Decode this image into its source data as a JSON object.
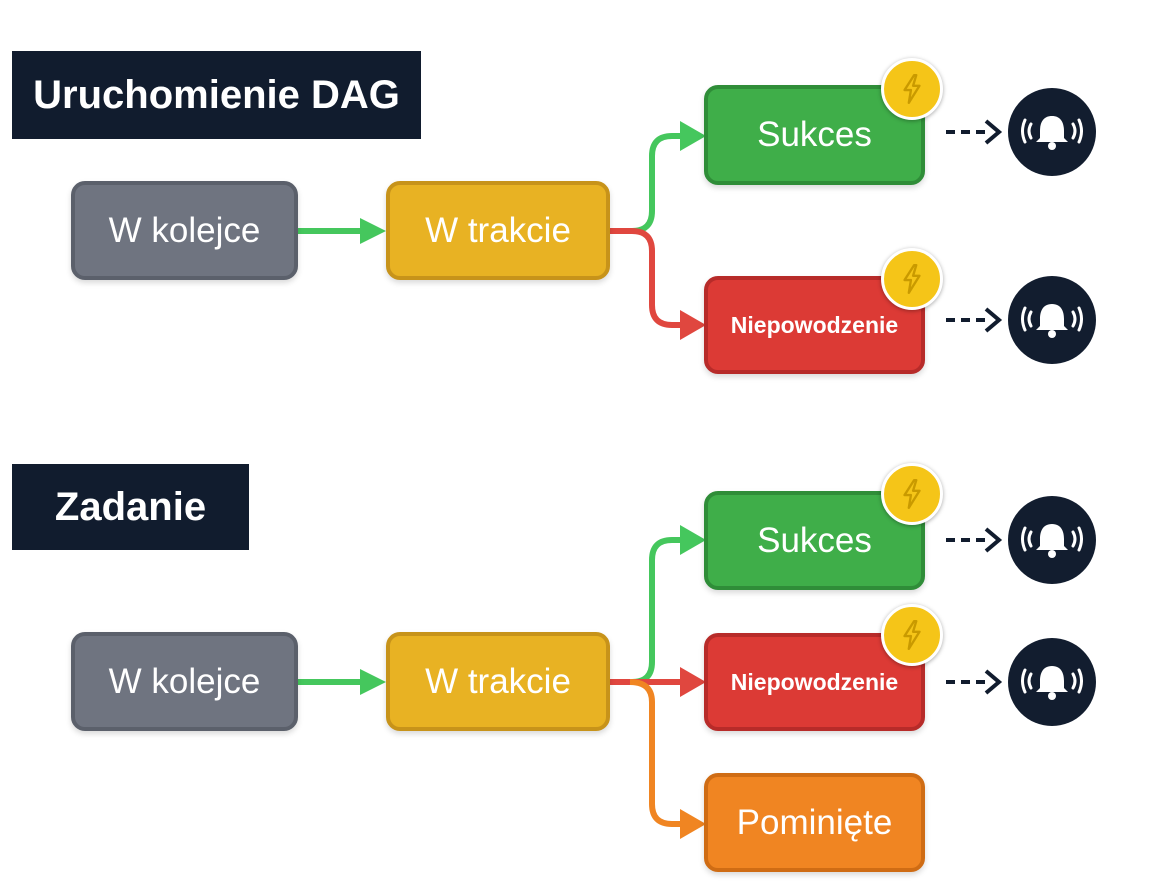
{
  "sections": [
    {
      "title": "Uruchomienie DAG",
      "nodes": {
        "queued": "W kolejce",
        "running": "W trakcie",
        "success": "Sukces",
        "failed": "Niepowodzenie"
      }
    },
    {
      "title": "Zadanie",
      "nodes": {
        "queued": "W kolejce",
        "running": "W trakcie",
        "success": "Sukces",
        "failed": "Niepowodzenie",
        "skipped": "Pominięte"
      }
    }
  ],
  "icons": {
    "trigger": "lightning-bolt-icon",
    "notification": "ringing-bell-icon"
  },
  "colors": {
    "queued": "#6f7480",
    "running": "#e8b223",
    "success": "#3fae49",
    "failed": "#dc3a35",
    "skipped": "#f08522",
    "title_background": "#111c2e"
  }
}
